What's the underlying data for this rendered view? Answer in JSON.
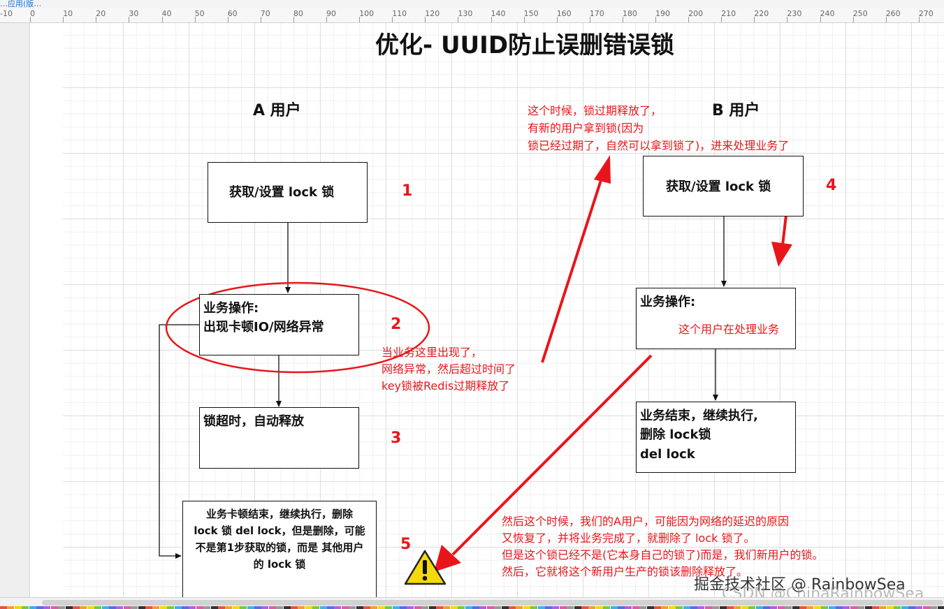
{
  "window": {
    "tab_label": "…应用(版…",
    "ruler_ticks": [
      "-10",
      "0",
      "10",
      "20",
      "30",
      "40",
      "50",
      "60",
      "70",
      "80",
      "90",
      "100",
      "110",
      "120",
      "130",
      "140",
      "150",
      "160",
      "170",
      "180",
      "190",
      "200",
      "210",
      "220",
      "230",
      "240",
      "250",
      "260",
      "270"
    ]
  },
  "diagram": {
    "title": "优化- UUID防止误删错误锁",
    "user_a": {
      "heading": "A 用户",
      "box_acquire": "获取/设置 lock 锁",
      "box_business_line1": "业务操作:",
      "box_business_line2": "出现卡顿IO/网络异常",
      "box_timeout": "锁超时，自动释放",
      "box_finish_line1": "业务卡顿结束，继续执行，删除",
      "box_finish_line2": "lock 锁 del lock，但是删除，可能",
      "box_finish_line3": "不是第1步获取的锁，而是 其他用户",
      "box_finish_line4": "的 lock 锁"
    },
    "user_b": {
      "heading": "B 用户",
      "box_acquire": "获取/设置 lock 锁",
      "box_business_line1": "业务操作:",
      "box_business_note": "这个用户在处理业务",
      "box_finish_line1": "业务结束，继续执行,",
      "box_finish_line2": "删除 lock锁",
      "box_finish_line3": "del lock"
    },
    "steps": [
      "1",
      "2",
      "3",
      "4",
      "5"
    ],
    "notes": {
      "expire_line1": "这个时候，锁过期释放了，",
      "expire_line2": "有新的用户拿到锁(因为",
      "expire_line3": "锁已经过期了，自然可以拿到锁了)，进来处理业务了",
      "network_line1": "当业务这里出现了，",
      "network_line2": "网络异常，然后超过时间了",
      "network_line3": "key锁被Redis过期释放了",
      "recover_line1": "然后这个时候，我们的A用户，可能因为网络的延迟的原因",
      "recover_line2": "又恢复了，并将业务完成了，就删除了 lock 锁了。",
      "recover_line3": "但是这个锁已经不是(它本身自己的锁了)而是，我们新用户的锁。",
      "recover_line4": "然后，它就将这个新用户生产的锁该删除释放了。"
    },
    "watermark_line1": "掘金技术社区 @ RainbowSea",
    "watermark_line2": "CSDN @ChinaRainbowSea"
  },
  "colors": {
    "annotation_red": "#e8161a",
    "warning_yellow": "#f5d90a",
    "grid": "#dedede"
  },
  "icons": [
    "warning-icon",
    "arrow-icon"
  ]
}
